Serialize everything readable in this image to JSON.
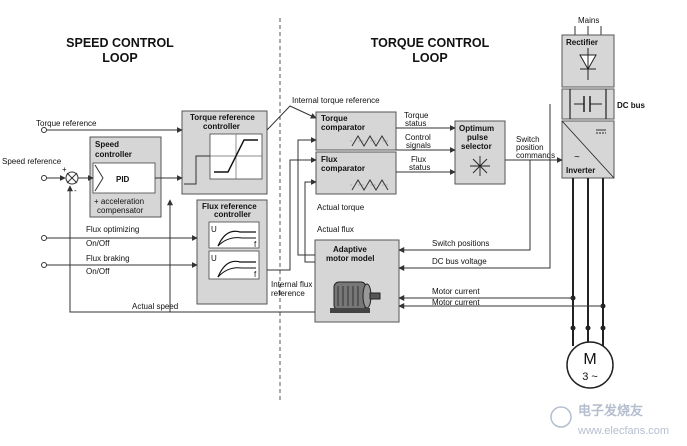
{
  "headings": {
    "speed_loop_l1": "SPEED CONTROL",
    "speed_loop_l2": "LOOP",
    "torque_loop_l1": "TORQUE CONTROL",
    "torque_loop_l2": "LOOP"
  },
  "signals": {
    "torque_reference": "Torque reference",
    "speed_reference": "Speed reference",
    "flux_optimizing_l1": "Flux optimizing",
    "flux_optimizing_l2": "On/Off",
    "flux_braking_l1": "Flux braking",
    "flux_braking_l2": "On/Off",
    "actual_speed": "Actual speed",
    "internal_torque_reference": "Internal torque reference",
    "internal_flux_reference_l1": "Internal flux",
    "internal_flux_reference_l2": "reference",
    "torque_status_l1": "Torque",
    "torque_status_l2": "status",
    "control_signals_l1": "Control",
    "control_signals_l2": "signals",
    "flux_status_l1": "Flux",
    "flux_status_l2": "status",
    "switch_position_commands_l1": "Switch",
    "switch_position_commands_l2": "position",
    "switch_position_commands_l3": "commands",
    "actual_torque": "Actual torque",
    "actual_flux": "Actual flux",
    "switch_positions": "Switch positions",
    "dc_bus_voltage": "DC bus voltage",
    "motor_current_1": "Motor current",
    "motor_current_2": "Motor current"
  },
  "blocks": {
    "speed_controller_l1": "Speed",
    "speed_controller_l2": "controller",
    "pid": "PID",
    "acceleration_comp_l1": "+ acceleration",
    "acceleration_comp_l2": "compensator",
    "torque_ref_controller_l1": "Torque reference",
    "torque_ref_controller_l2": "controller",
    "flux_ref_controller_l1": "Flux reference",
    "flux_ref_controller_l2": "controller",
    "graph_u_top": "U",
    "graph_f_top": "f",
    "graph_u_bottom": "U",
    "graph_f_bottom": "f",
    "torque_comparator_l1": "Torque",
    "torque_comparator_l2": "comparator",
    "flux_comparator_l1": "Flux",
    "flux_comparator_l2": "comparator",
    "optimum_pulse_selector_l1": "Optimum",
    "optimum_pulse_selector_l2": "pulse",
    "optimum_pulse_selector_l3": "selector",
    "adaptive_motor_model_l1": "Adaptive",
    "adaptive_motor_model_l2": "motor model"
  },
  "power": {
    "mains": "Mains",
    "rectifier": "Rectifier",
    "dc_bus": "DC bus",
    "inverter": "Inverter",
    "motor_m": "M",
    "motor_phases": "3 ~"
  },
  "summing_signs": {
    "plus": "+",
    "minus": "-"
  },
  "watermark": {
    "text_cn": "电子发烧友",
    "text_url": "www.elecfans.com"
  }
}
